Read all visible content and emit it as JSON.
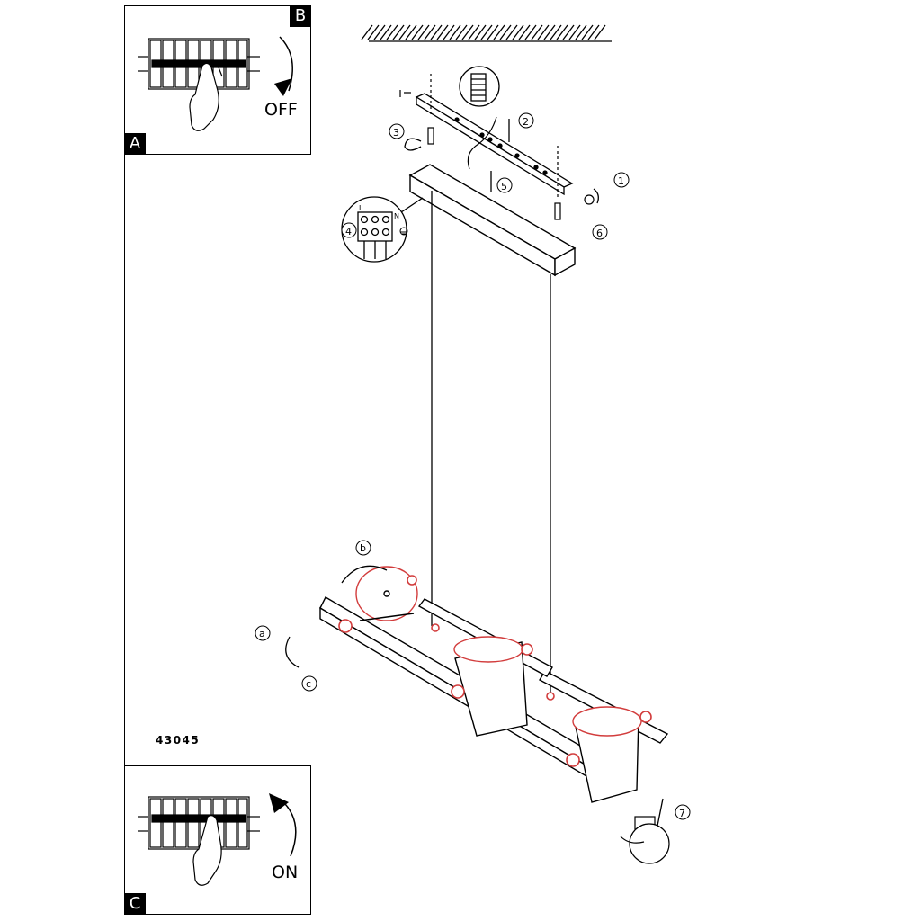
{
  "model_number": "43045",
  "panels": [
    {
      "tag": "B",
      "corner_tag": "A",
      "label": "OFF"
    },
    {
      "tag": "C",
      "label": "ON"
    }
  ],
  "step_markers": [
    "1",
    "2",
    "3",
    "4",
    "5",
    "6",
    "7"
  ],
  "detail_markers": [
    "a",
    "b",
    "c"
  ],
  "terminal_labels": [
    "L",
    "N"
  ],
  "colors": {
    "line": "#000000",
    "accent": "#d23c3c"
  }
}
